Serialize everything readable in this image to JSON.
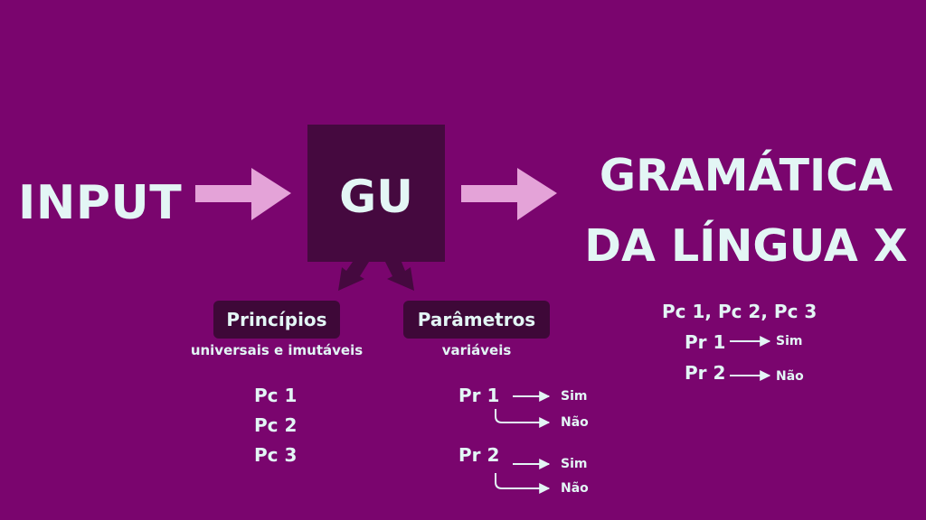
{
  "colors": {
    "background": "#7a056e",
    "box": "#45093f",
    "pill": "#3e0838",
    "text": "#e3f6f5",
    "arrow": "#e4a3d8",
    "down_arrow": "#45093f"
  },
  "input_label": "INPUT",
  "gu_label": "GU",
  "grammar_title": [
    "GRAMÁTICA",
    "DA LÍNGUA X"
  ],
  "principles": {
    "label": "Princípios",
    "subtitle": "universais e imutáveis",
    "items": [
      "Pc 1",
      "Pc 2",
      "Pc 3"
    ]
  },
  "parameters": {
    "label": "Parâmetros",
    "subtitle": "variáveis",
    "items": [
      {
        "name": "Pr 1",
        "options": [
          "Sim",
          "Não"
        ]
      },
      {
        "name": "Pr 2",
        "options": [
          "Sim",
          "Não"
        ]
      }
    ]
  },
  "result": {
    "principles_line": "Pc 1, Pc 2, Pc 3",
    "settings": [
      {
        "name": "Pr 1",
        "value": "Sim"
      },
      {
        "name": "Pr 2",
        "value": "Não"
      }
    ]
  }
}
